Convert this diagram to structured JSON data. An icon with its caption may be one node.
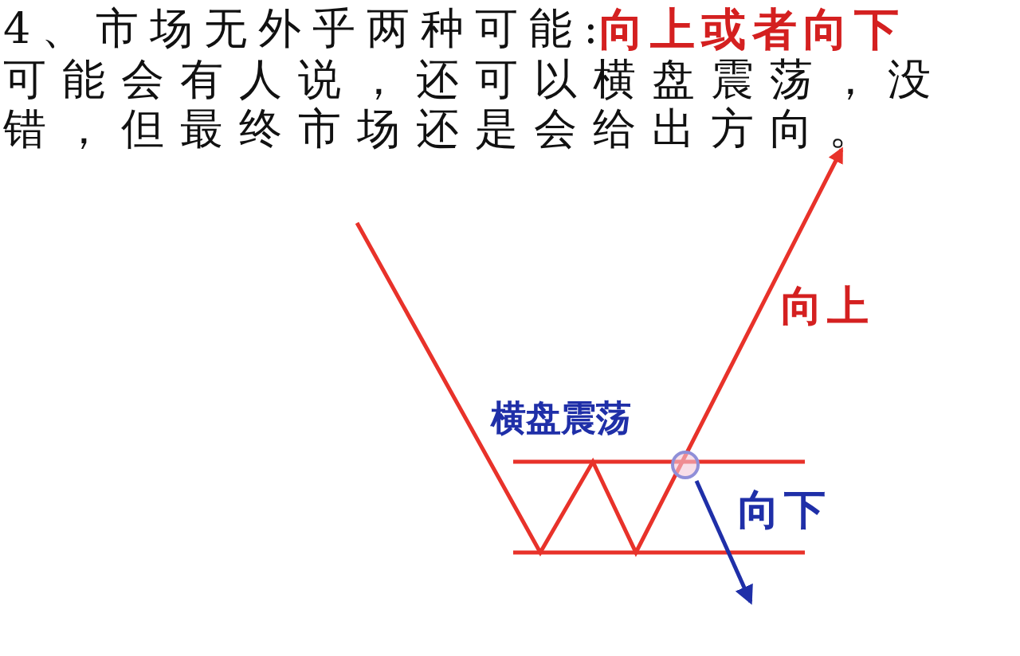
{
  "diagram": {
    "labels": [
      "4、市场无外乎两种可能:",
      "向上或者向下",
      "可能会有人说，还可以横盘震荡，没错，但最终市场还是会给出方向。",
      "横盘震荡",
      "向上",
      "向下"
    ]
  }
}
